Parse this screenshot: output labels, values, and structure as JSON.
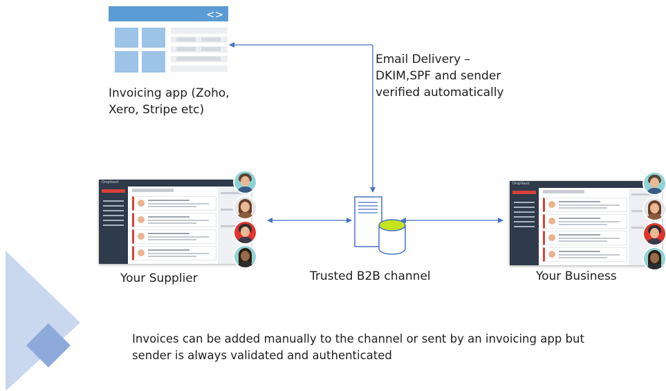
{
  "nodes": {
    "invoicing_app": {
      "label_line1": "Invoicing app (Zoho,",
      "label_line2": "Xero, Stripe etc)",
      "icon": "browser-code-window"
    },
    "supplier": {
      "label": "Your Supplier",
      "brand": "DropVault"
    },
    "channel": {
      "label": "Trusted B2B channel",
      "icon": "server-database"
    },
    "business": {
      "label": "Your Business",
      "brand": "DropVault"
    }
  },
  "email_delivery": {
    "line1": "Email Delivery –",
    "line2": "DKIM,SPF and sender",
    "line3": "verified automatically"
  },
  "footer": {
    "line1": "Invoices can be added manually to the channel or sent by an invoicing app but",
    "line2": "sender is always validated and authenticated"
  },
  "colors": {
    "accent_blue": "#4472c4",
    "window_blue": "#5b9bd5",
    "tile_blue": "#9dc3e6",
    "db_green": "#c5e31e",
    "decor_blue": "#8eaadb"
  }
}
